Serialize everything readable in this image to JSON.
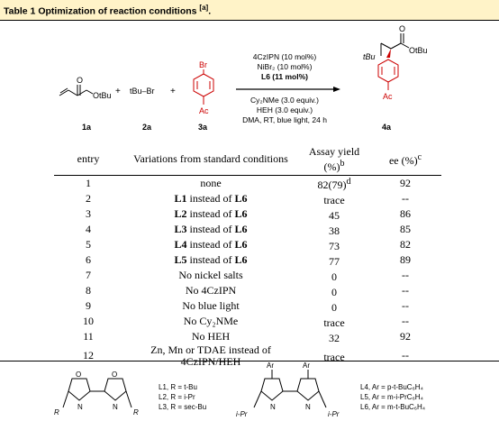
{
  "caption": {
    "text": "Table 1 Optimization of reaction conditions",
    "note": "[a]",
    "period": "."
  },
  "scheme": {
    "conditions": [
      "4CzIPN (10 mol%)",
      "NiBr₂ (10 mol%)",
      "L6 (11 mol%)",
      "Cy₂NMe (3.0 equiv.)",
      "HEH (3.0 equiv.)",
      "DMA, RT, blue light, 24 h"
    ],
    "compounds": {
      "c1": {
        "label": "1a",
        "group": "OtBu"
      },
      "c2": {
        "label": "2a",
        "formula": "tBu–Br"
      },
      "c3": {
        "label": "3a",
        "top": "Br",
        "bottom": "Ac"
      },
      "c4": {
        "label": "4a",
        "groups": [
          "tBu",
          "OtBu",
          "O",
          "Ac"
        ]
      }
    },
    "plus": "+"
  },
  "table": {
    "headers": {
      "entry": "entry",
      "variation": "Variations from standard conditions",
      "yield": "Assay yield (%)",
      "yield_note": "b",
      "ee": "ee (%)",
      "ee_note": "c"
    },
    "rows": [
      {
        "entry": "1",
        "variation": "none",
        "yield": "82(79)",
        "yield_note": "d",
        "ee": "92"
      },
      {
        "entry": "2",
        "variation": "L1 instead of L6",
        "yield": "trace",
        "yield_note": "",
        "ee": "--"
      },
      {
        "entry": "3",
        "variation": "L2 instead of L6",
        "yield": "45",
        "yield_note": "",
        "ee": "86"
      },
      {
        "entry": "4",
        "variation": "L3 instead of L6",
        "yield": "38",
        "yield_note": "",
        "ee": "85"
      },
      {
        "entry": "5",
        "variation": "L4 instead of L6",
        "yield": "73",
        "yield_note": "",
        "ee": "82"
      },
      {
        "entry": "6",
        "variation": "L5 instead of L6",
        "yield": "77",
        "yield_note": "",
        "ee": "89"
      },
      {
        "entry": "7",
        "variation": "No nickel salts",
        "yield": "0",
        "yield_note": "",
        "ee": "--"
      },
      {
        "entry": "8",
        "variation": "No 4CzIPN",
        "yield": "0",
        "yield_note": "",
        "ee": "--"
      },
      {
        "entry": "9",
        "variation": "No blue light",
        "yield": "0",
        "yield_note": "",
        "ee": "--"
      },
      {
        "entry": "10",
        "variation": "No Cy₂NMe",
        "yield": "trace",
        "yield_note": "",
        "ee": "--"
      },
      {
        "entry": "11",
        "variation": "No HEH",
        "yield": "32",
        "yield_note": "",
        "ee": "92"
      },
      {
        "entry": "12",
        "variation": "Zn, Mn or TDAE instead of 4CzIPN/HEH",
        "yield": "trace",
        "yield_note": "",
        "ee": "--"
      }
    ]
  },
  "ligands": {
    "box": [
      "L1, R = t-Bu",
      "L2, R = i-Pr",
      "L3, R = sec-Bu"
    ],
    "biim": [
      "L4, Ar = p-t-BuC₆H₄",
      "L5, Ar = m-i-PrC₆H₄",
      "L6, Ar = m-t-BuC₆H₄"
    ],
    "atoms": {
      "O": "O",
      "N": "N",
      "R": "R",
      "Ar": "Ar",
      "iPr": "i-Pr"
    }
  }
}
